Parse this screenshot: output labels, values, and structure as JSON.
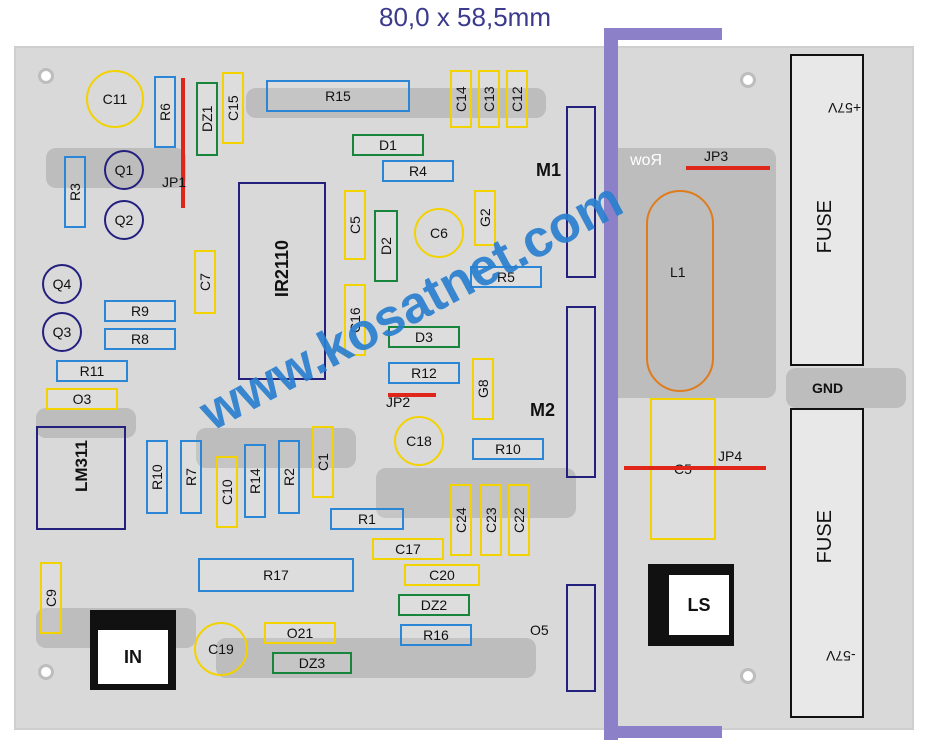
{
  "title": "80,0 x 58,5mm",
  "watermark": "www.kosatnet.com",
  "components": {
    "C11": "C11",
    "R6": "R6",
    "DZ1": "DZ1",
    "C15": "C15",
    "R15": "R15",
    "C14": "C14",
    "C13": "C13",
    "C12": "C12",
    "D1": "D1",
    "R4": "R4",
    "M1": "M1",
    "Q1": "Q1",
    "R3": "R3",
    "JP1": "JP1",
    "Q2": "Q2",
    "C5a": "C5",
    "D2": "D2",
    "C6": "C6",
    "G2": "G2",
    "IR2110": "IR2110",
    "R5": "R5",
    "Q4": "Q4",
    "C7": "C7",
    "R9": "R9",
    "C16": "C16",
    "Q3": "Q3",
    "R8": "R8",
    "D3": "D3",
    "R11": "R11",
    "R12": "R12",
    "O3": "O3",
    "JP2": "JP2",
    "G8": "G8",
    "M2": "M2",
    "LM311": "LM311",
    "R10a": "R10",
    "R7": "R7",
    "C10": "C10",
    "R14": "R14",
    "R2": "R2",
    "C1": "C1",
    "C18": "C18",
    "R10b": "R10",
    "R1": "R1",
    "C24": "C24",
    "C23": "C23",
    "C22": "C22",
    "C17": "C17",
    "R17": "R17",
    "C20": "C20",
    "C9": "C9",
    "DZ2": "DZ2",
    "IN": "IN",
    "C19": "C19",
    "O21": "O21",
    "R16": "R16",
    "O5": "O5",
    "DZ3": "DZ3",
    "L1": "L1",
    "C5b": "C5",
    "JP3": "JP3",
    "JP4": "JP4",
    "LS": "LS",
    "GND": "GND",
    "FUSE1": "FUSE",
    "FUSE2": "FUSE",
    "V1": "+57V",
    "V2": "-57V",
    "Row": "Row"
  },
  "colors": {
    "yellow": "#f2d200",
    "blue": "#2b86d6",
    "green": "#17853b",
    "navy": "#24207e",
    "red": "#e0261b",
    "heatsink": "#8c80c8",
    "watermark": "#2a7fcf"
  }
}
